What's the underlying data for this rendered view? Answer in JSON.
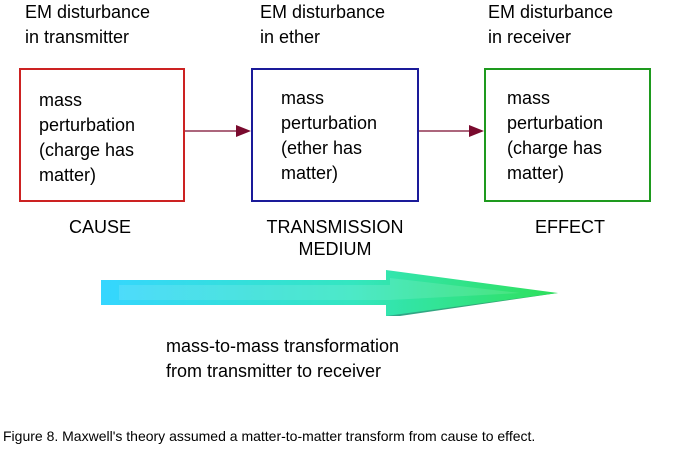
{
  "stages": [
    {
      "header": [
        "EM disturbance",
        "in transmitter"
      ],
      "body": [
        "mass",
        "perturbation",
        "(charge has",
        "matter)"
      ],
      "label": [
        "CAUSE"
      ],
      "border_color": "#cc2222"
    },
    {
      "header": [
        "EM disturbance",
        "in ether"
      ],
      "body": [
        "mass",
        "perturbation",
        "(ether  has",
        "matter)"
      ],
      "label": [
        "TRANSMISSION",
        "MEDIUM"
      ],
      "border_color": "#1a1a99"
    },
    {
      "header": [
        "EM disturbance",
        "in receiver"
      ],
      "body": [
        "mass",
        "perturbation",
        "(charge has",
        "matter)"
      ],
      "label": [
        "EFFECT"
      ],
      "border_color": "#1e9a1e"
    }
  ],
  "connector_color": "#7a0a2e",
  "big_arrow": {
    "color_start": "#35d6ff",
    "color_end": "#2ee05a",
    "caption": [
      "mass-to-mass transformation",
      "from transmitter to receiver"
    ]
  },
  "figure_caption": "Figure 8.  Maxwell's theory assumed a matter-to-matter transform from cause to effect."
}
